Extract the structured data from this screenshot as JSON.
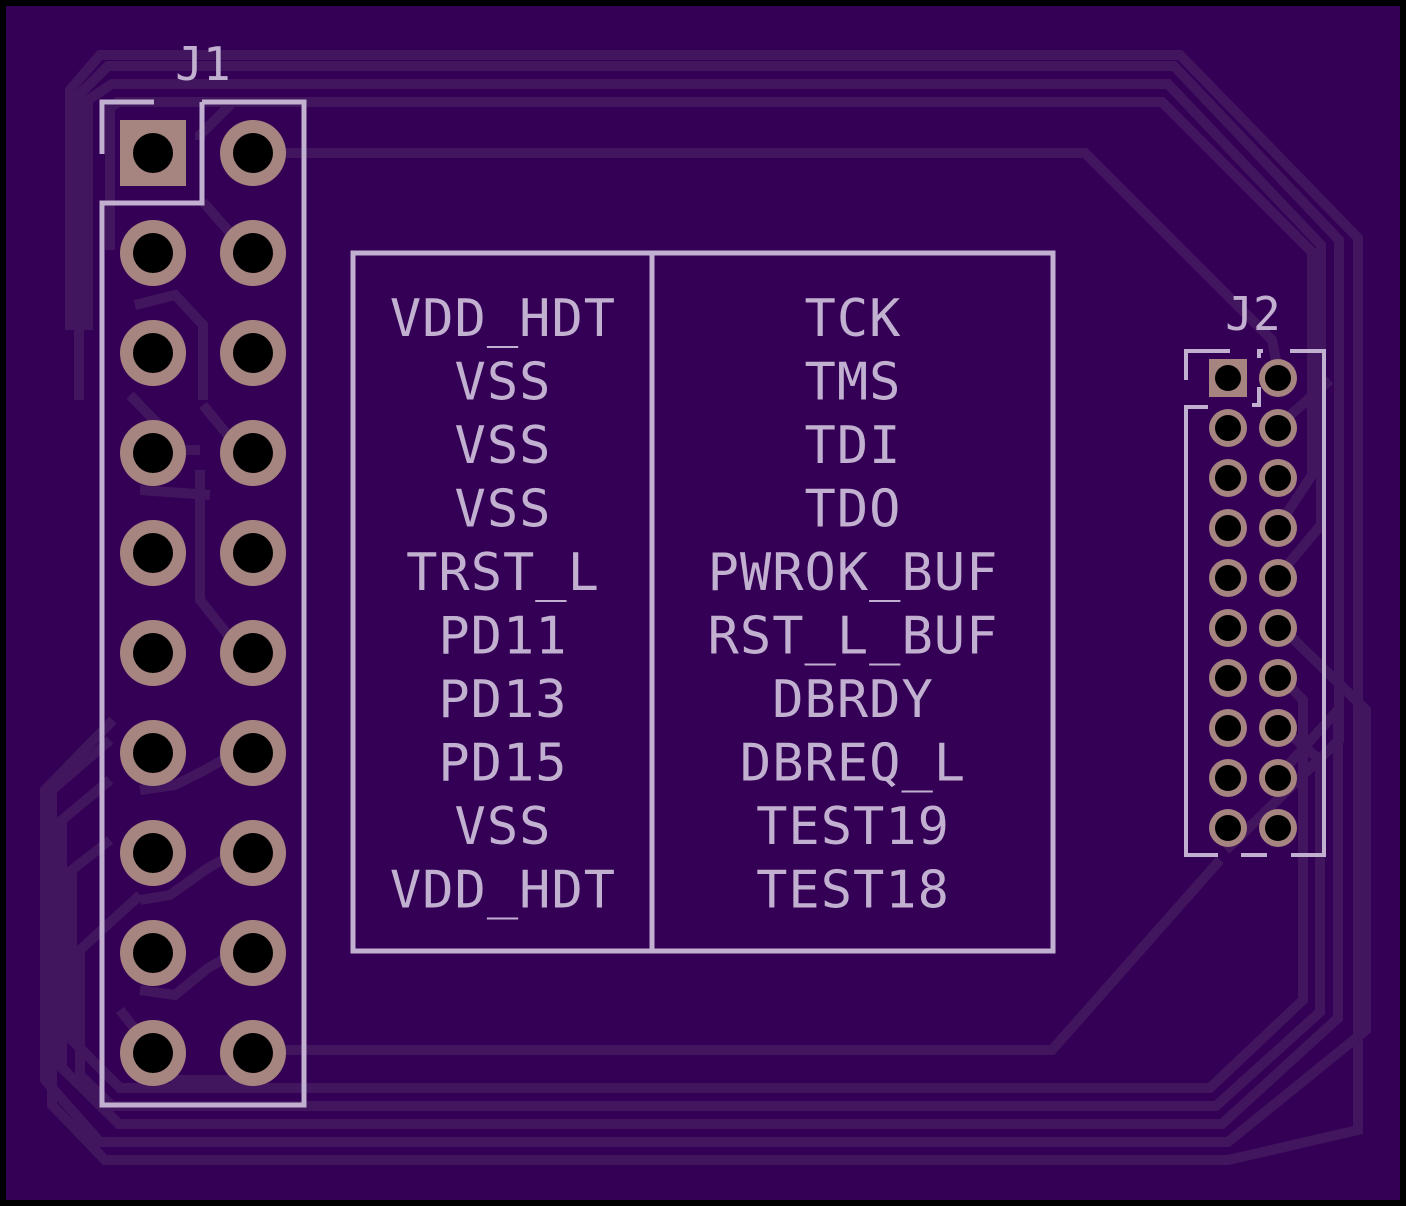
{
  "board": {
    "colors": {
      "background": "#000000",
      "substrate": "#340055",
      "copper_trace": "#41165f",
      "silkscreen": "#c2b0d1",
      "pad": "#a6847f",
      "drill": "#000000"
    }
  },
  "connectors": [
    {
      "ref": "J1",
      "rows": 10,
      "cols": 2,
      "pin1_shape": "square",
      "other_pin_shape": "round"
    },
    {
      "ref": "J2",
      "rows": 10,
      "cols": 2,
      "pin1_shape": "square",
      "other_pin_shape": "round"
    }
  ],
  "legend": {
    "left_column": [
      "VDD_HDT",
      "VSS",
      "VSS",
      "VSS",
      "TRST_L",
      "PD11",
      "PD13",
      "PD15",
      "VSS",
      "VDD_HDT"
    ],
    "right_column": [
      "TCK",
      "TMS",
      "TDI",
      "TDO",
      "PWROK_BUF",
      "RST_L_BUF",
      "DBRDY",
      "DBREQ_L",
      "TEST19",
      "TEST18"
    ]
  }
}
